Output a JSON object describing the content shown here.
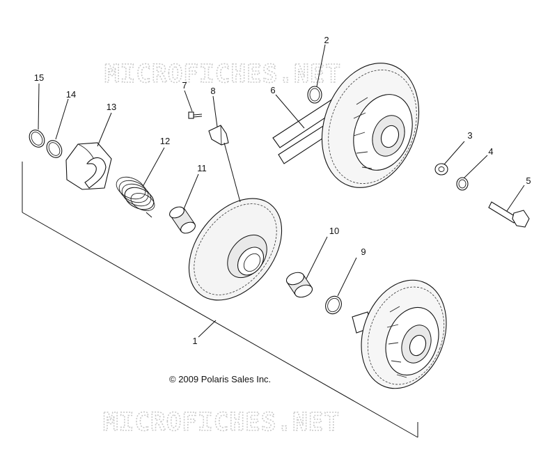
{
  "copyright": "© 2009 Polaris Sales Inc.",
  "watermark": "MICROFICHES.NET",
  "callouts": [
    "1",
    "2",
    "3",
    "4",
    "5",
    "6",
    "7",
    "8",
    "9",
    "10",
    "11",
    "12",
    "13",
    "14",
    "15"
  ]
}
